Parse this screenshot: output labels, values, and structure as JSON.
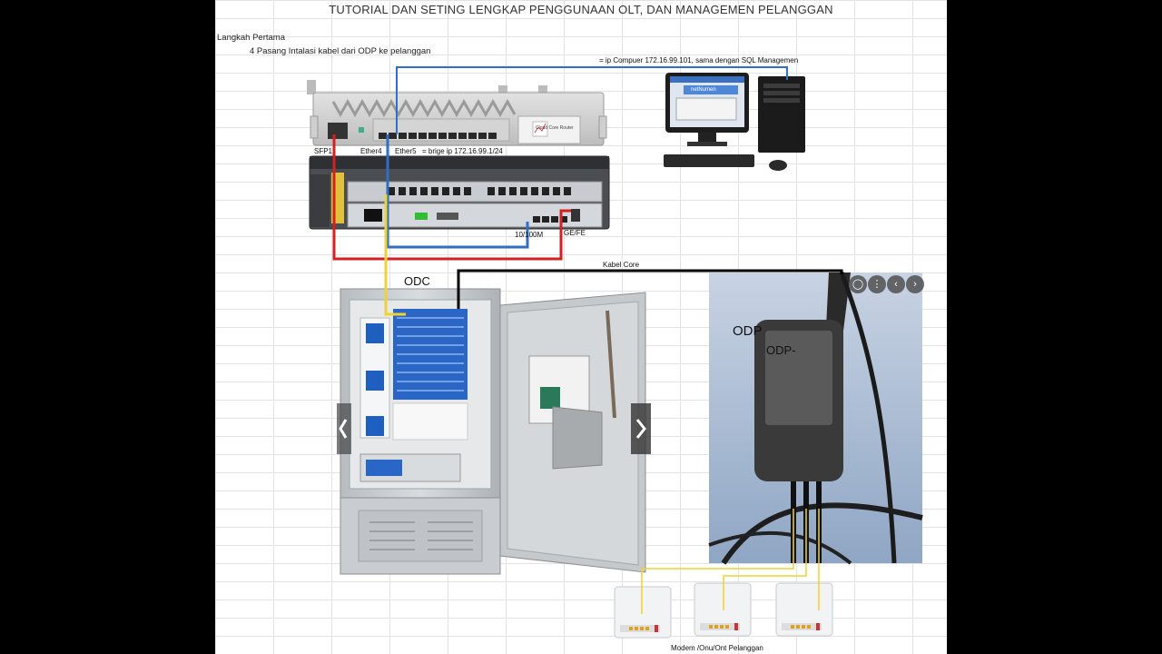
{
  "title": "TUTORIAL DAN SETING LENGKAP PENGGUNAAN OLT, DAN MANAGEMEN PELANGGAN",
  "step": {
    "heading": "Langkah Pertama",
    "item": "4  Pasang Intalasi kabel dari ODP ke pelanggan"
  },
  "labels": {
    "pc_note": "= ip Compuer 172.16.99.101, sama dengan SQL Managemen",
    "sfp1": "SFP1",
    "ether4": "Ether4",
    "ether5": "Ether5",
    "bridge_note": "= brige ip 172.16.99.1/24",
    "port_10_100m": "10/100M",
    "port_ge_fe": "GE/FE",
    "kabel_core": "Kabel Core",
    "odc": "ODC",
    "odp": "ODP",
    "odp_device": "ODP-",
    "modem": "Modem /Onu/Ont Pelanggan",
    "router_brand": "Cloud Core Router",
    "login_app": "netNumen"
  },
  "colors": {
    "sheet_bg": "#ffffff",
    "cable_blue": "#2f6fc4",
    "cable_red": "#d42020",
    "cable_yellow": "#f2d230",
    "cable_black": "#000000",
    "sky": "#a9bcd6"
  }
}
